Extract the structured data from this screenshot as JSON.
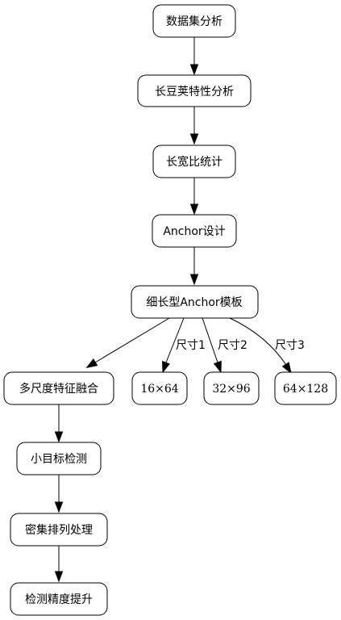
{
  "nodes": {
    "dataset_analysis": "数据集分析",
    "pod_analysis": "长豆荚特性分析",
    "aspect_stats": "长宽比统计",
    "anchor_design": "Anchor设计",
    "slender_anchor": "细长型Anchor模板",
    "multiscale_fusion": "多尺度特征融合",
    "size_16x64": "16×64",
    "size_32x96": "32×96",
    "size_64x128": "64×128",
    "small_target": "小目标检测",
    "dense_arrangement": "密集排列处理",
    "detection_boost": "检测精度提升"
  },
  "edge_labels": {
    "size1": "尺寸1",
    "size2": "尺寸2",
    "size3": "尺寸3"
  },
  "colors": {
    "stroke": "#000000",
    "fill": "#ffffff"
  }
}
